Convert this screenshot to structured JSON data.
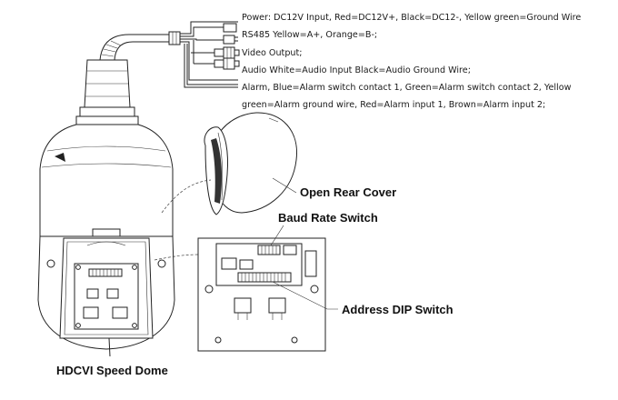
{
  "wiring_notes": [
    "Power: DC12V Input, Red=DC12V+, Black=DC12-, Yellow green=Ground Wire",
    "RS485 Yellow=A+, Orange=B-;",
    "Video Output;",
    "Audio White=Audio Input  Black=Audio Ground Wire;",
    "Alarm, Blue=Alarm switch contact 1, Green=Alarm switch contact 2, Yellow",
    "green=Alarm ground wire, Red=Alarm input 1, Brown=Alarm input 2;"
  ],
  "labels": {
    "open_rear_cover": "Open Rear Cover",
    "baud_rate_switch": "Baud Rate Switch",
    "address_dip_switch": "Address DIP Switch",
    "device_name": "HDCVI Speed Dome"
  }
}
